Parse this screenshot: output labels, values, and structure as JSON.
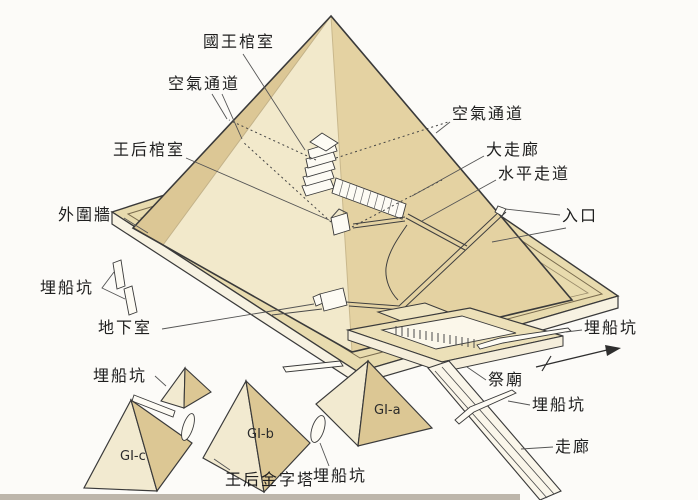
{
  "callouts": {
    "kings_chamber": "國王棺室",
    "air_duct_left": "空氣通道",
    "queens_chamber": "王后棺室",
    "enclosure_wall": "外圍牆",
    "boat_pit_left": "埋船坑",
    "underground_chamber": "地下室",
    "boat_pit_satellite": "埋船坑",
    "queens_pyramids": "王后金字塔",
    "boat_pit_bottom": "埋船坑",
    "air_duct_right": "空氣通道",
    "grand_gallery": "大走廊",
    "horizontal_passage": "水平走道",
    "entrance": "入口",
    "boat_pit_right": "埋船坑",
    "mortuary_temple": "祭廟",
    "boat_pit_causeway": "埋船坑",
    "causeway": "走廊",
    "pyramid_gi_a": "GI-a",
    "pyramid_gi_b": "GI-b",
    "pyramid_gi_c": "GI-c"
  },
  "icons": {
    "direction_arrow": "north-direction-arrow"
  },
  "colors": {
    "background": "#fcfbf8",
    "pyramid_face_light": "#f2e9cb",
    "pyramid_face_main": "#e4d2a2",
    "pyramid_face_dark": "#dcc795",
    "platform_top": "#e8dbae",
    "wall_side": "#f7f2e2",
    "structure_fill": "#fdfbf4",
    "line": "#3a3a3a"
  }
}
